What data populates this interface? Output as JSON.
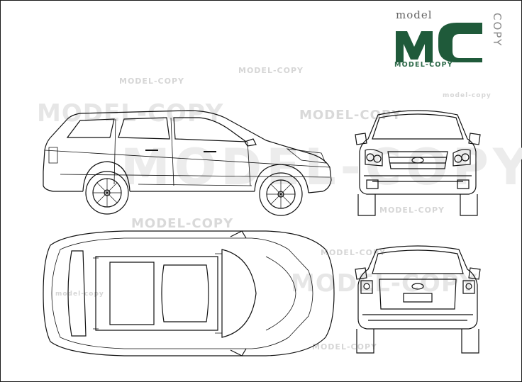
{
  "logo": {
    "top_text": "model",
    "side_text": "COPY",
    "bottom_text": "MODEL-COPY",
    "brand_color": "#1f5a3a",
    "accent_color": "#2f6b4b"
  },
  "watermarks": {
    "small": "MODEL-COPY",
    "medium": "MODEL-COPY",
    "large": "MODEL-COPY",
    "huge": "MODEL-COPY",
    "brand": "model-copy"
  },
  "views": [
    "side-view",
    "front-view",
    "top-view",
    "rear-view"
  ]
}
